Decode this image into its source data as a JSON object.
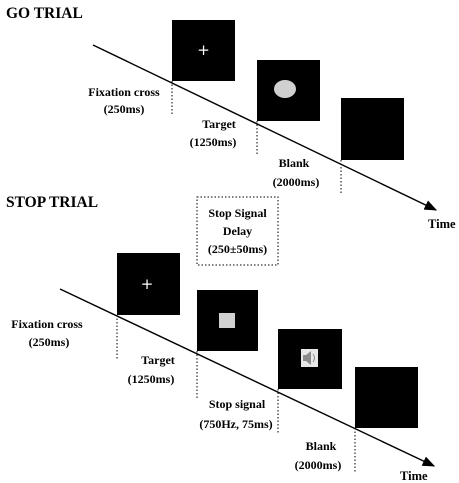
{
  "go_trial": {
    "title": "GO TRIAL",
    "fixation": {
      "line1": "Fixation cross",
      "line2": "(250ms)",
      "symbol": "+"
    },
    "target": {
      "line1": "Target",
      "line2": "(1250ms)"
    },
    "blank": {
      "line1": "Blank",
      "line2": "(2000ms)"
    },
    "time_label": "Time"
  },
  "stop_trial": {
    "title": "STOP TRIAL",
    "fixation": {
      "line1": "Fixation cross",
      "line2": "(250ms)",
      "symbol": "+"
    },
    "target": {
      "line1": "Target",
      "line2": "(1250ms)"
    },
    "ssd": {
      "line1": "Stop Signal",
      "line2": "Delay",
      "line3": "(250±50ms)"
    },
    "stop_signal": {
      "line1": "Stop signal",
      "line2": "(750Hz, 75ms)"
    },
    "blank": {
      "line1": "Blank",
      "line2": "(2000ms)"
    },
    "time_label": "Time"
  },
  "colors": {
    "screen": "#000000",
    "stimulus": "#d0d0d0",
    "line": "#000000",
    "background": "#ffffff"
  },
  "icons": {
    "stop_signal_icon": "speaker-icon"
  }
}
